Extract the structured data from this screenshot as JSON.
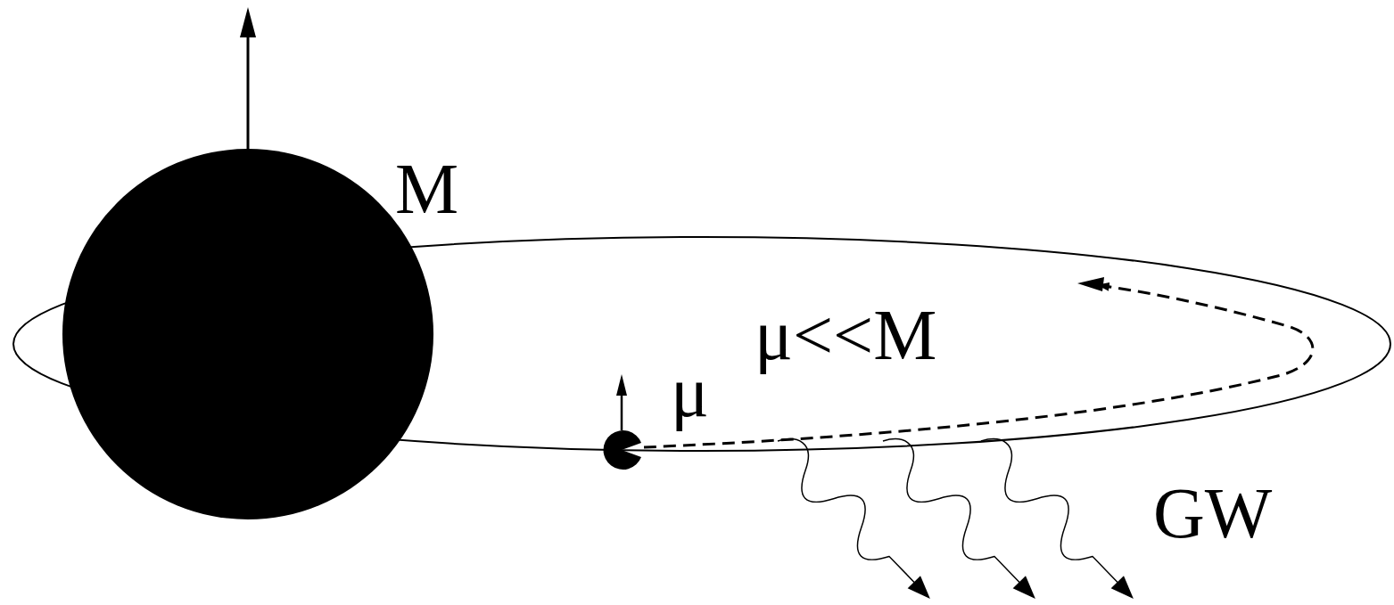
{
  "diagram": {
    "labels": [
      "M",
      "μ<<M",
      "μ",
      "GW"
    ]
  }
}
